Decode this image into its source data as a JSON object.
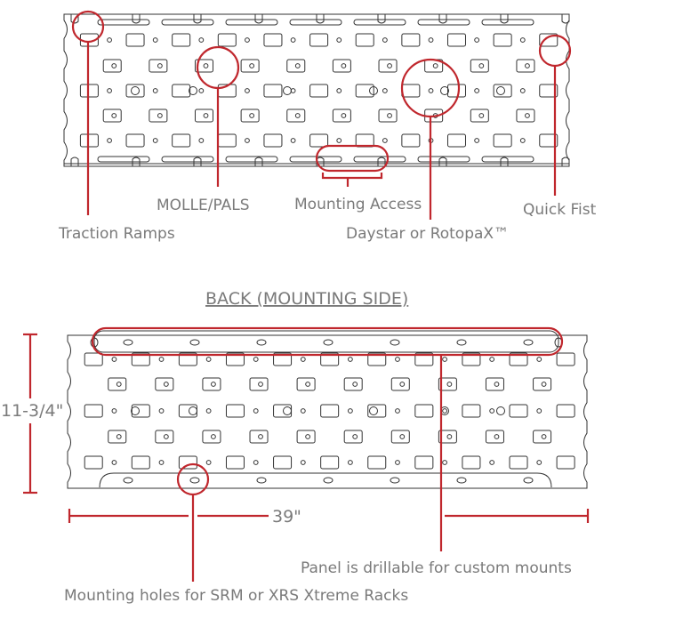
{
  "colors": {
    "accent": "#c0272d",
    "line": "#333333",
    "label": "#7a7a7a"
  },
  "front_callouts": {
    "traction_ramps": "Traction Ramps",
    "molle_pals": "MOLLE/PALS",
    "mounting_access": "Mounting Access",
    "daystar_rotopax": "Daystar or RotopaX™",
    "quick_fist": "Quick Fist"
  },
  "back": {
    "title": "BACK (MOUNTING SIDE)",
    "height_dim": "11-3/4\"",
    "width_dim": "39\"",
    "drillable": "Panel is drillable for custom mounts",
    "mounting_holes": "Mounting holes for SRM or XRS Xtreme Racks"
  }
}
